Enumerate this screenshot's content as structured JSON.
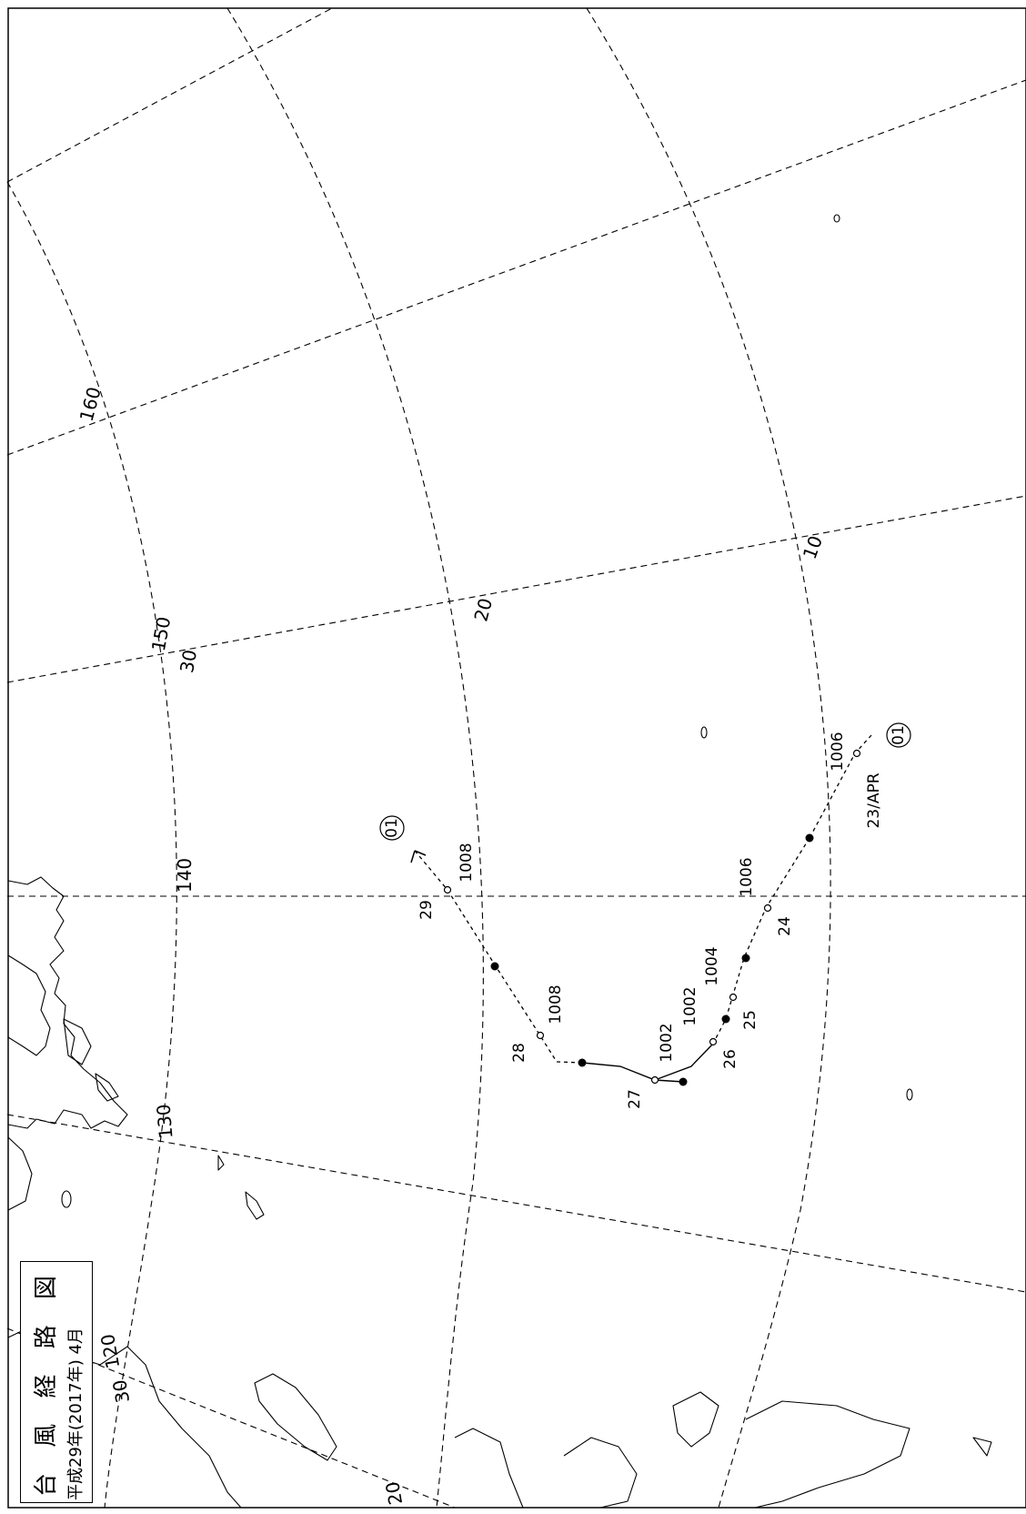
{
  "title": {
    "main": "台 風 経 路 図",
    "sub": "平成29年(2017年) 4月"
  },
  "grid_labels": {
    "lon_160": "160",
    "lon_150": "150",
    "lon_140": "140",
    "lon_130": "130",
    "lon_120": "120",
    "lat_30": "30",
    "lat_20": "20",
    "lat_10": "10",
    "lat_30_sw": "30",
    "lat_20_sw": "20"
  },
  "typhoon": {
    "number": "01",
    "start_date": "23/APR",
    "day_labels": [
      "24",
      "25",
      "26",
      "27",
      "28",
      "29"
    ],
    "pressures": [
      "1006",
      "1006",
      "1004",
      "1002",
      "1002",
      "1008",
      "1008"
    ]
  }
}
